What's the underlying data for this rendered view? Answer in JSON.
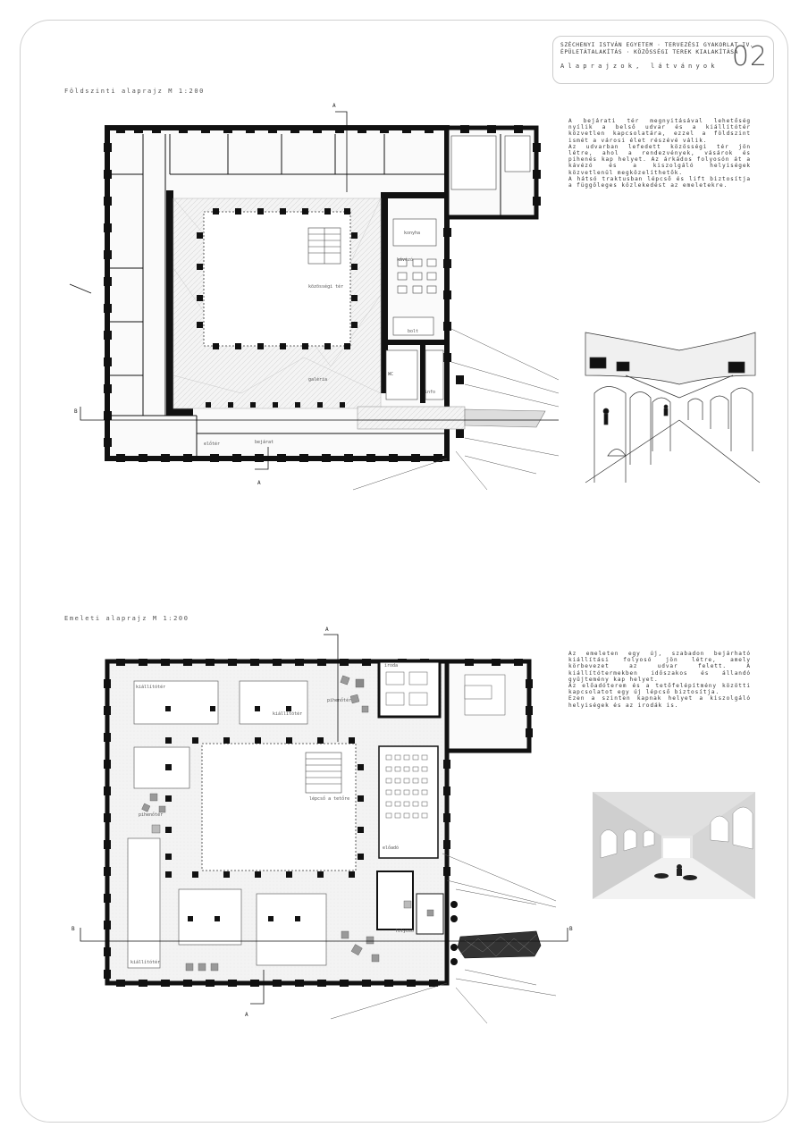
{
  "title": {
    "line1": "SZÉCHENYI ISTVÁN EGYETEM · TERVEZÉSI GYAKORLAT IV.",
    "line2": "ÉPÜLETÁTALAKÍTÁS · KÖZÖSSÉGI TEREK KIALAKÍTÁSA",
    "subtitle": "Alaprajzok, látványok",
    "sheet_no": "02"
  },
  "ground": {
    "label": "Földszinti alaprajz  M 1:200",
    "paragraph": "A bejárati tér megnyitásával lehetőség nyílik a belső udvar és a kiállítótér közvetlen kapcsolatára, ezzel a földszint ismét a városi élet részévé válik.\nAz udvarban lefedett közösségi tér jön létre, ahol a rendezvények, vásárok és pihenés kap helyet. Az árkádos folyosón át a kávézó és a kiszolgáló helyiségek közvetlenül megközelíthetők.\nA hátsó traktusban lépcső és lift biztosítja a függőleges közlekedést az emeletekre.",
    "rooms": {
      "courtyard": "közösségi tér",
      "cafe": "kávézó",
      "kitchen": "konyha",
      "shop": "bolt",
      "wc": "WC",
      "lobby": "előtér",
      "foyer": "bejárat",
      "gallery": "galéria",
      "info": "info"
    },
    "section": {
      "a": "A",
      "b": "B"
    }
  },
  "upper": {
    "label": "Emeleti alaprajz  M 1:200",
    "paragraph": "Az emeleten egy új, szabadon bejárható kiállítási folyosó jön létre, amely körbevezet az udvar felett. A kiállítótermekben időszakos és állandó gyűjtemény kap helyet.\nAz előadóterem és a tetőfelépítmény közötti kapcsolatot egy új lépcső biztosítja.\nEzen a szinten kapnak helyet a kiszolgáló helyiségek és az irodák is.",
    "rooms": {
      "exh1": "kiállítótér",
      "exh2": "kiállítótér",
      "exh3": "kiállítótér",
      "lounge1": "pihenőtér",
      "lounge2": "pihenőtér",
      "lecture": "előadó",
      "stair": "lépcső a tetőre",
      "corridor": "folyosó",
      "office": "iroda"
    },
    "section": {
      "a": "A",
      "b": "B"
    }
  }
}
